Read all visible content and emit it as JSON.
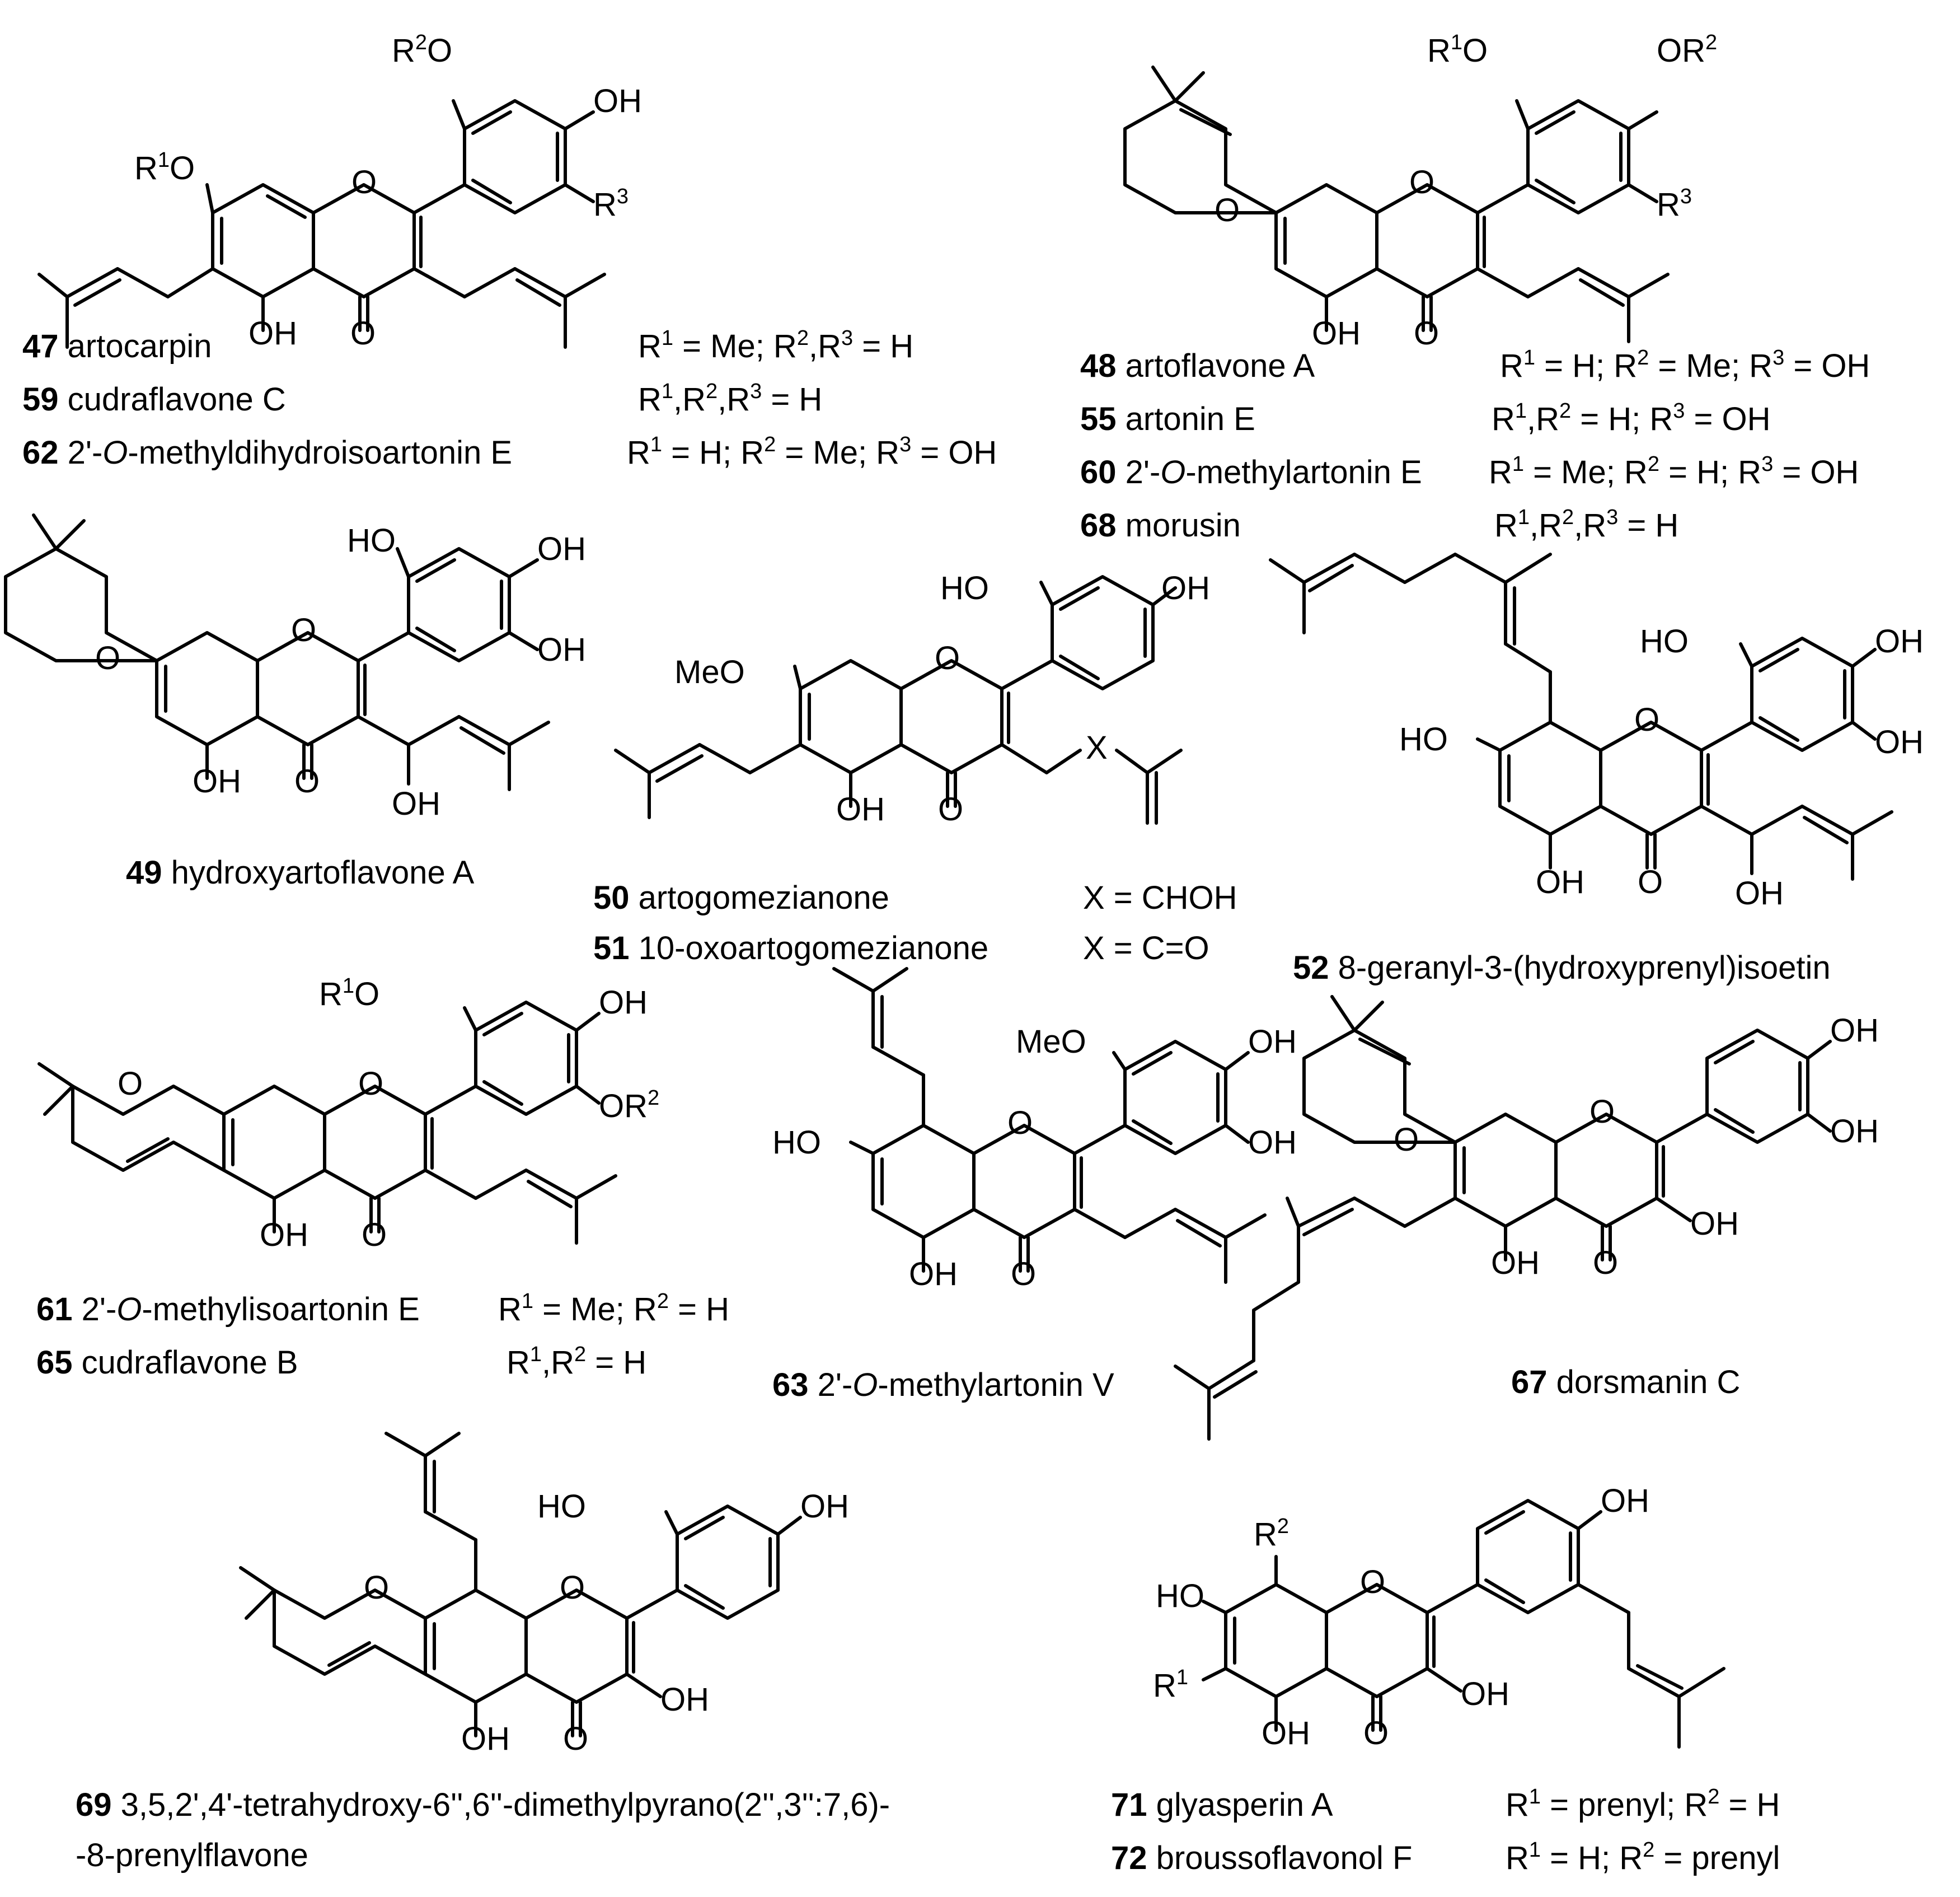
{
  "compounds": {
    "c47": {
      "num": "47",
      "name": "artocarpin",
      "subst": [
        "R",
        "1",
        " = Me; R",
        "2",
        ",R",
        "3",
        " = H"
      ]
    },
    "c59": {
      "num": "59",
      "name": "cudraflavone C",
      "subst": [
        "R",
        "1",
        ",R",
        "2",
        ",R",
        "3",
        " = H"
      ]
    },
    "c62": {
      "num": "62",
      "name_a": "2'-",
      "name_i": "O",
      "name_b": "-methyldihydroisoartonin E",
      "subst": [
        "R",
        "1",
        " = H; R",
        "2",
        " = Me; R",
        "3",
        " = OH"
      ]
    },
    "c48": {
      "num": "48",
      "name": "artoflavone A",
      "subst": [
        "R",
        "1",
        " = H; R",
        "2",
        " = Me; R",
        "3",
        " = OH"
      ]
    },
    "c55": {
      "num": "55",
      "name": "artonin E",
      "subst": [
        "R",
        "1",
        ",R",
        "2",
        " = H; R",
        "3",
        " = OH"
      ]
    },
    "c60": {
      "num": "60",
      "name_a": "2'-",
      "name_i": "O",
      "name_b": "-methylartonin E",
      "subst": [
        "R",
        "1",
        " = Me; R",
        "2",
        " = H; R",
        "3",
        " = OH"
      ]
    },
    "c68": {
      "num": "68",
      "name": "morusin",
      "subst": [
        "R",
        "1",
        ",R",
        "2",
        ",R",
        "3",
        " = H"
      ]
    },
    "c49": {
      "num": "49",
      "name": "hydroxyartoflavone A"
    },
    "c50": {
      "num": "50",
      "name": "artogomezianone",
      "subst": "X = CHOH"
    },
    "c51": {
      "num": "51",
      "name": "10-oxoartogomezianone",
      "subst": "X = C=O"
    },
    "c52": {
      "num": "52",
      "name": "8-geranyl-3-(hydroxyprenyl)isoetin"
    },
    "c61": {
      "num": "61",
      "name_a": "2'-",
      "name_i": "O",
      "name_b": "-methylisoartonin E",
      "subst": [
        "R",
        "1",
        " = Me; R",
        "2",
        " = H"
      ]
    },
    "c65": {
      "num": "65",
      "name": "cudraflavone B",
      "subst": [
        "R",
        "1",
        ",R",
        "2",
        " = H"
      ]
    },
    "c63": {
      "num": "63",
      "name_a": "2'-",
      "name_i": "O",
      "name_b": "-methylartonin V"
    },
    "c67": {
      "num": "67",
      "name": "dorsmanin C"
    },
    "c69": {
      "num": "69",
      "name_line1": "3,5,2',4'-tetrahydroxy-6'',6''-dimethylpyrano(2'',3'':7,6)-",
      "name_line2": "-8-prenylflavone"
    },
    "c71": {
      "num": "71",
      "name": "glyasperin A",
      "subst": [
        "R",
        "1",
        " = prenyl; R",
        "2",
        " = H"
      ]
    },
    "c72": {
      "num": "72",
      "name": "broussoflavonol F",
      "subst": [
        "R",
        "1",
        " = H; R",
        "2",
        " = prenyl"
      ]
    }
  },
  "atoms": {
    "O": "O",
    "OH": "OH",
    "HO": "HO",
    "MeO": "MeO",
    "X": "X",
    "R": "R",
    "sup1": "1",
    "sup2": "2",
    "sup3": "3",
    "OR": "OR"
  }
}
